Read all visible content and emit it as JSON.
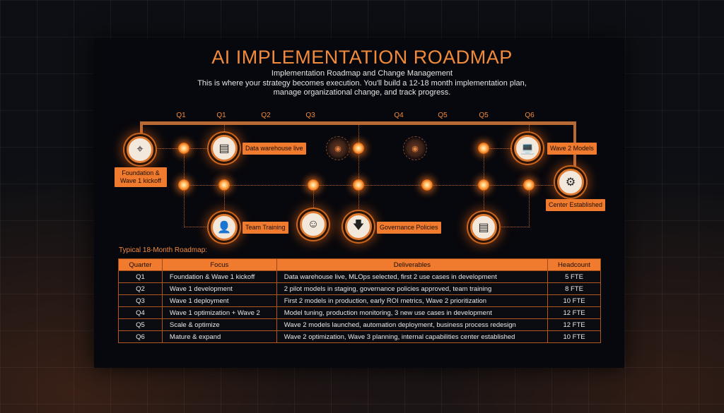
{
  "header": {
    "title": "AI IMPLEMENTATION ROADMAP",
    "subtitle": "Implementation Roadmap and Change Management",
    "description_line1": "This is where your strategy becomes execution. You'll build a 12-18 month implementation plan,",
    "description_line2": "manage organizational change, and track progress."
  },
  "timeline": {
    "quarters": [
      "Q1",
      "Q1",
      "Q2",
      "Q3",
      "Q4",
      "Q5",
      "Q5",
      "Q6"
    ],
    "labels": {
      "foundation": "Foundation & Wave 1 kickoff",
      "data_warehouse": "Data warehouse live",
      "wave2": "Wave 2 Models",
      "center": "Center Established",
      "team_training": "Team Training",
      "governance": "Governance Policies"
    },
    "icons": [
      "target-icon",
      "document-icon",
      "laptop-icon",
      "gear-badge-icon",
      "person-icon",
      "user-outline-icon",
      "down-arrow-icon",
      "monitor-icon"
    ]
  },
  "table": {
    "caption": "Typical 18-Month Roadmap:",
    "headers": [
      "Quarter",
      "Focus",
      "Deliverables",
      "Headcount"
    ],
    "rows": [
      [
        "Q1",
        "Foundation & Wave 1 kickoff",
        "Data warehouse live, MLOps selected, first 2 use cases in development",
        "5 FTE"
      ],
      [
        "Q2",
        "Wave 1 development",
        "2 pilot models in staging, governance policies approved, team training",
        "8 FTE"
      ],
      [
        "Q3",
        "Wave 1 deployment",
        "First 2 models in production, early ROI metrics, Wave 2 prioritization",
        "10 FTE"
      ],
      [
        "Q4",
        "Wave 1 optimization + Wave 2",
        "Model tuning, production monitoring, 3 new use cases in development",
        "12 FTE"
      ],
      [
        "Q5",
        "Scale & optimize",
        "Wave 2 models launched, automation deployment, business process redesign",
        "12 FTE"
      ],
      [
        "Q6",
        "Mature & expand",
        "Wave 2 optimization, Wave 3 planning, internal capabilities center established",
        "10 FTE"
      ]
    ]
  },
  "colors": {
    "accent": "#f07b2e",
    "background": "#07080d"
  }
}
